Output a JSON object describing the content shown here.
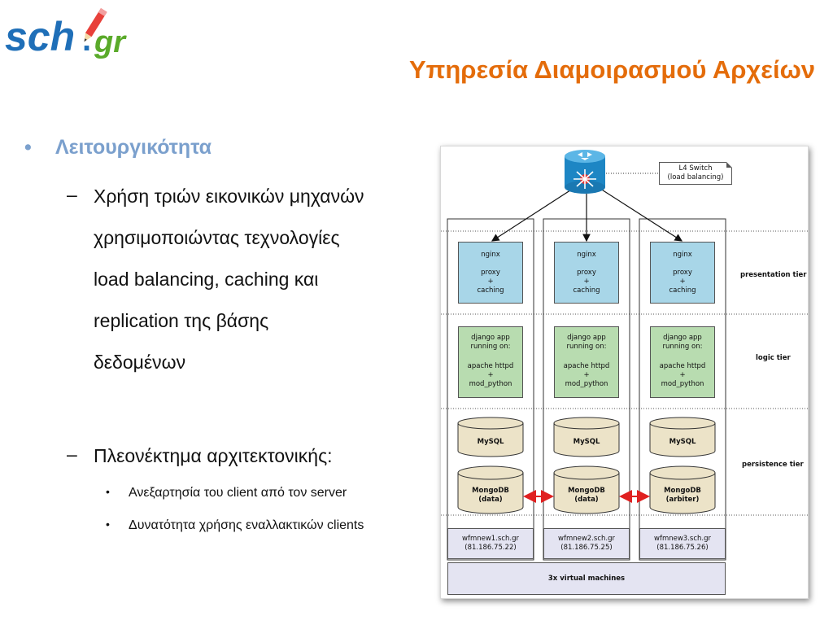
{
  "header": {
    "logo_text": "sch.gr",
    "title": "Υπηρεσία Διαμοιρασμού Αρχείων"
  },
  "content": {
    "heading": "Λειτουργικότητα",
    "item1_lines": [
      "Χρήση τριών εικονικών μηχανών",
      "χρησιμοποιώντας τεχνολογίες",
      "load balancing, caching και",
      "replication της βάσης",
      "δεδομένων"
    ],
    "item2": "Πλεονέκτημα αρχιτεκτονικής:",
    "sub_items": [
      "Ανεξαρτησία του client από τον server",
      "Δυνατότητα χρήσης εναλλακτικών clients"
    ]
  },
  "diagram": {
    "switch_label_1": "L4 Switch",
    "switch_label_2": "(load balancing)",
    "tiers": [
      "presentation tier",
      "logic tier",
      "persistence tier"
    ],
    "nginx": {
      "title": "nginx",
      "line1": "proxy",
      "plus": "+",
      "line2": "caching"
    },
    "django": {
      "line1": "django app",
      "line2": "running on:",
      "line3": "apache httpd",
      "plus": "+",
      "line4": "mod_python"
    },
    "mysql": "MySQL",
    "mongo": [
      {
        "name": "MongoDB",
        "role": "(data)"
      },
      {
        "name": "MongoDB",
        "role": "(data)"
      },
      {
        "name": "MongoDB",
        "role": "(arbiter)"
      }
    ],
    "hosts": [
      {
        "name": "wfmnew1.sch.gr",
        "ip": "(81.186.75.22)"
      },
      {
        "name": "wfmnew2.sch.gr",
        "ip": "(81.186.75.25)"
      },
      {
        "name": "wfmnew3.sch.gr",
        "ip": "(81.186.75.26)"
      }
    ],
    "footer": "3x virtual machines"
  },
  "colors": {
    "title": "#E46C0A",
    "heading": "#7BA0CD",
    "nginx_box": "#a8d6e8",
    "django_box": "#b8dcb0",
    "db_fill": "#ece3c8",
    "replication_arrow": "#e02020",
    "host_box": "#e4e4f2"
  }
}
